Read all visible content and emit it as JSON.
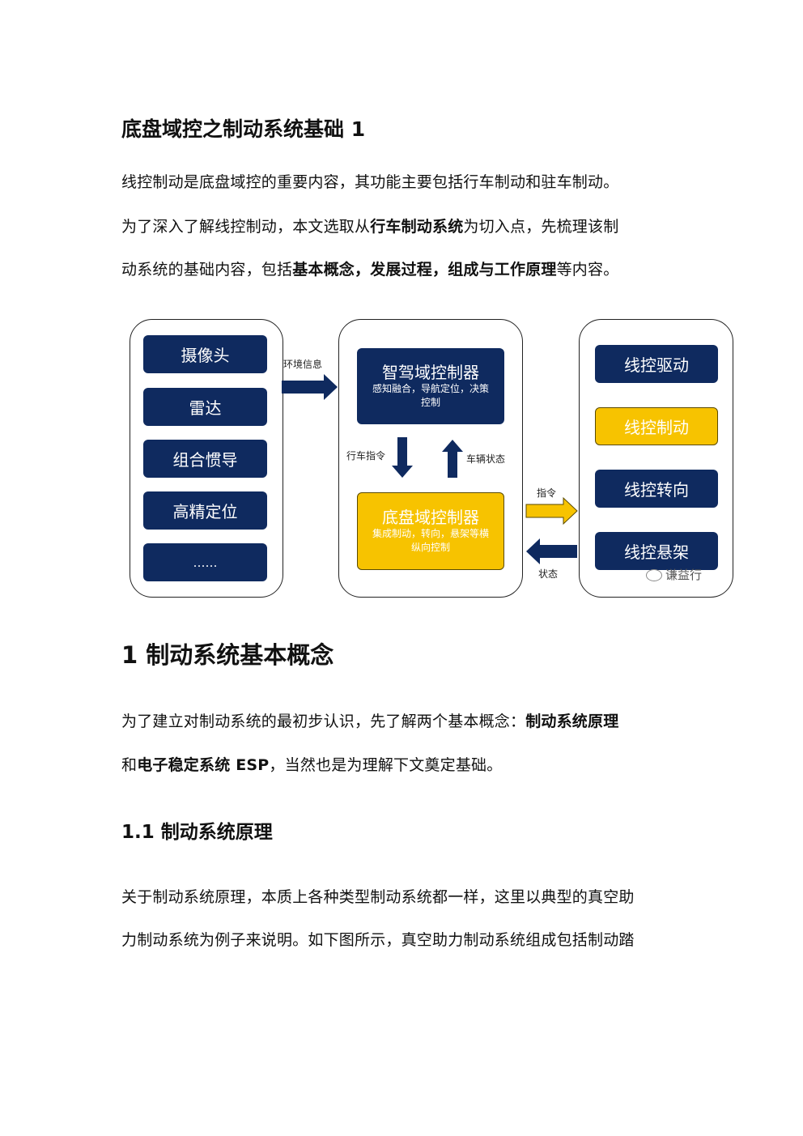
{
  "doc_title": "底盘域控之制动系统基础 1",
  "intro": {
    "line1": "线控制动是底盘域控的重要内容，其功能主要包括行车制动和驻车制动。",
    "line2_pre": "为了深入了解线控制动，本文选取从",
    "line2_bold": "行车制动系统",
    "line2_post": "为切入点，先梳理该制",
    "line3_pre": "动系统的基础内容，包括",
    "line3_bold": "基本概念，发展过程，组成与工作原理",
    "line3_post": "等内容。"
  },
  "diagram": {
    "sensors": [
      "摄像头",
      "雷达",
      "组合惯导",
      "高精定位",
      "……"
    ],
    "adas": {
      "title": "智驾域控制器",
      "desc": "感知融合，导航定位，决策控制"
    },
    "chassis": {
      "title": "底盘域控制器",
      "desc": "集成制动，转向，悬架等横纵向控制"
    },
    "actuators": [
      "线控驱动",
      "线控制动",
      "线控转向",
      "线控悬架"
    ],
    "arrow_labels": {
      "env": "环境信息",
      "drive_cmd": "行车指令",
      "vehicle_state": "车辆状态",
      "cmd": "指令",
      "state": "状态"
    },
    "watermark": "谦益行",
    "colors": {
      "navy": "#0f2a5f",
      "yellow": "#f7c300"
    }
  },
  "section1": {
    "heading": "1 制动系统基本概念",
    "line1_pre": "为了建立对制动系统的最初步认识，先了解两个基本概念：",
    "line1_bold": "制动系统原理",
    "line2_pre": "和",
    "line2_bold": "电子稳定系统 ESP",
    "line2_post": "，当然也是为理解下文奠定基础。"
  },
  "section1_1": {
    "heading": "1.1 制动系统原理",
    "line1": "关于制动系统原理，本质上各种类型制动系统都一样，这里以典型的真空助",
    "line2": "力制动系统为例子来说明。如下图所示，真空助力制动系统组成包括制动踏"
  }
}
